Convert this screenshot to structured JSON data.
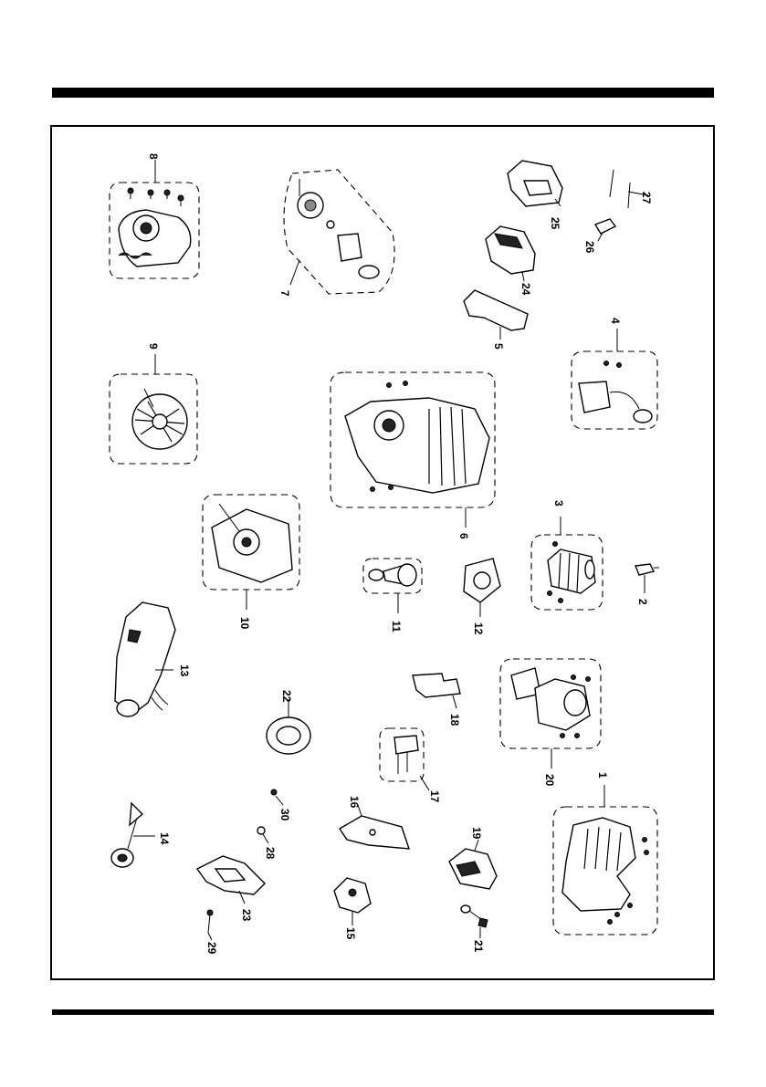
{
  "diagram": {
    "parts": [
      {
        "id": "1",
        "label": "1"
      },
      {
        "id": "2",
        "label": "2"
      },
      {
        "id": "3",
        "label": "3"
      },
      {
        "id": "4",
        "label": "4"
      },
      {
        "id": "5",
        "label": "5"
      },
      {
        "id": "6",
        "label": "6"
      },
      {
        "id": "7",
        "label": "7"
      },
      {
        "id": "8",
        "label": "8"
      },
      {
        "id": "9",
        "label": "9"
      },
      {
        "id": "10",
        "label": "10"
      },
      {
        "id": "11",
        "label": "11"
      },
      {
        "id": "12",
        "label": "12"
      },
      {
        "id": "13",
        "label": "13"
      },
      {
        "id": "14",
        "label": "14"
      },
      {
        "id": "15",
        "label": "15"
      },
      {
        "id": "16",
        "label": "16"
      },
      {
        "id": "17",
        "label": "17"
      },
      {
        "id": "18",
        "label": "18"
      },
      {
        "id": "19",
        "label": "19"
      },
      {
        "id": "20",
        "label": "20"
      },
      {
        "id": "21",
        "label": "21"
      },
      {
        "id": "22",
        "label": "22"
      },
      {
        "id": "23",
        "label": "23"
      },
      {
        "id": "24",
        "label": "24"
      },
      {
        "id": "25",
        "label": "25"
      },
      {
        "id": "26",
        "label": "26"
      },
      {
        "id": "27",
        "label": "27"
      },
      {
        "id": "28",
        "label": "28"
      },
      {
        "id": "29",
        "label": "29"
      },
      {
        "id": "30",
        "label": "30"
      }
    ]
  }
}
